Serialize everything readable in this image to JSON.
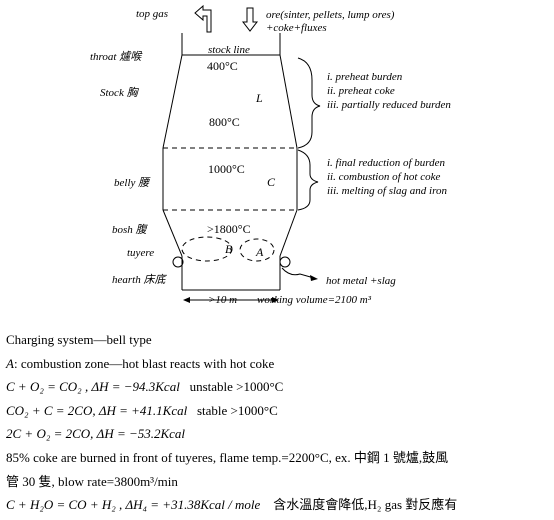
{
  "diagram": {
    "top_gas": "top gas",
    "ore_line1": "ore(sinter, pellets, lump ores)",
    "ore_line2": "+coke+fluxes",
    "throat": "throat 爐喉",
    "stock_line": "stock line",
    "temp_400": "400°C",
    "stock": "Stock 胸",
    "zone_L": "L",
    "temp_800": "800°C",
    "upper_zone": [
      "i. preheat burden",
      "ii. preheat coke",
      "iii. partially reduced burden"
    ],
    "temp_1000": "1000°C",
    "belly": "belly 腰",
    "zone_C": "C",
    "lower_zone": [
      "i. final reduction of burden",
      "ii. combustion of hot coke",
      "iii. melting of slag and iron"
    ],
    "bosh": "bosh 腹",
    "temp_1800": ">1800°C",
    "zone_B": "B",
    "zone_A": "A",
    "tuyere": "tuyere",
    "hearth": "hearth 床底",
    "hot_metal": "hot metal +slag",
    "width": ">10 m",
    "working_volume": "working volume=2100 m³"
  },
  "notes": {
    "charging": "Charging system—bell type",
    "zone_A_letter": "A",
    "zone_A_text": ": combustion zone—hot blast reacts with hot coke",
    "eq1": "C + O₂ = CO₂ , ΔH = −94.3Kcal",
    "eq1_note": "unstable >1000°C",
    "eq2": "CO₂ + C = 2CO, ΔH = +41.1Kcal",
    "eq2_note": "stable >1000°C",
    "eq3": "2C + O₂ = 2CO, ΔH = −53.2Kcal",
    "para1": "85% coke are burned in front of tuyeres, flame temp.=2200°C, ex. 中鋼 1 號爐,鼓風",
    "para2": "管 30 隻, blow rate=3800m³/min",
    "eq4": "C + H₂O = CO + H₂ , ΔH₄ = +31.38Kcal / mole",
    "eq4_note": "含水溫度會降低,H₂ gas 對反應有"
  }
}
